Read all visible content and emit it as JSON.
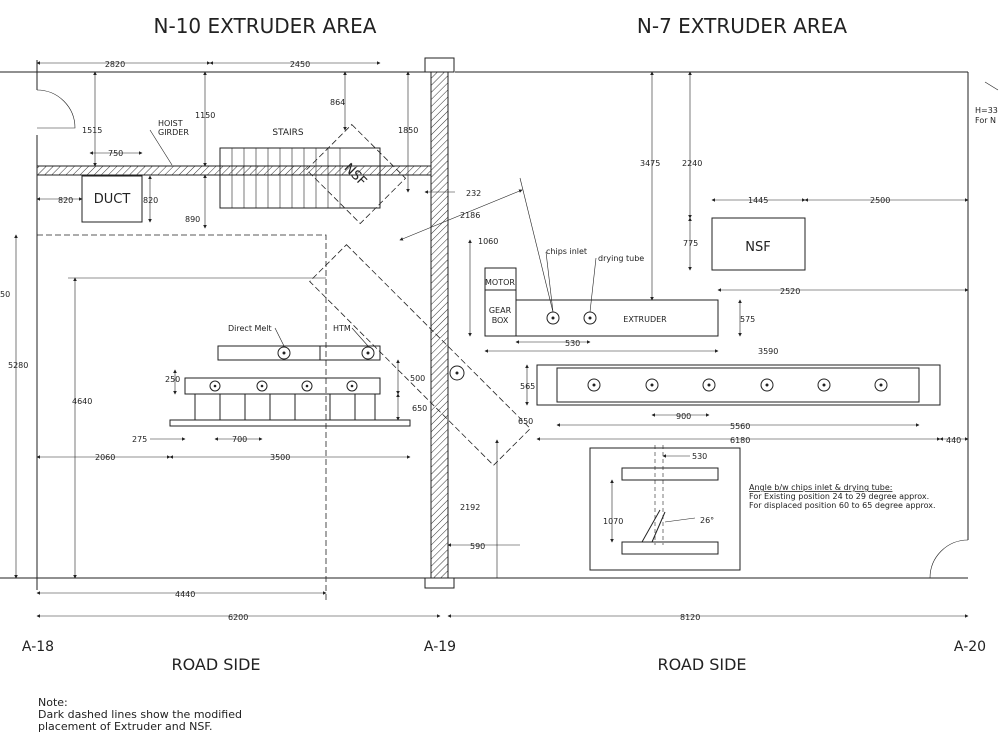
{
  "titles": {
    "left": "N-10 EXTRUDER AREA",
    "right": "N-7 EXTRUDER AREA"
  },
  "equipment": {
    "duct": "DUCT",
    "stairs": "STAIRS",
    "nsf_rotated": "NSF",
    "nsf_box": "NSF",
    "hoist_girder_1": "HOIST",
    "hoist_girder_2": "GIRDER",
    "motor": "MOTOR",
    "gear_box_1": "GEAR",
    "gear_box_2": "BOX",
    "extruder": "EXTRUDER",
    "chips_inlet": "chips inlet",
    "drying_tube": "drying tube",
    "direct_melt": "Direct Melt",
    "htm": "HTM",
    "angle": "26°"
  },
  "dimensions": {
    "d2820": "2820",
    "d2450": "2450",
    "d1515": "1515",
    "d1150": "1150",
    "d864": "864",
    "d1850": "1850",
    "d750": "750",
    "d820a": "820",
    "d820b": "820",
    "d890": "890",
    "d232": "232",
    "d2186": "2186",
    "d50": "50",
    "d5280": "5280",
    "d4640": "4640",
    "d250": "250",
    "d275": "275",
    "d700": "700",
    "d500": "500",
    "d650a": "650",
    "d2060": "2060",
    "d3500": "3500",
    "d4440": "4440",
    "d6200": "6200",
    "d2192": "2192",
    "d590": "590",
    "d3475": "3475",
    "d2240": "2240",
    "d1445": "1445",
    "d2500": "2500",
    "d775": "775",
    "d1060": "1060",
    "d2520": "2520",
    "d575": "575",
    "d530a": "530",
    "d3590": "3590",
    "d565": "565",
    "d650b": "650",
    "d900": "900",
    "d5560": "5560",
    "d6180": "6180",
    "d440": "440",
    "d530b": "530",
    "d1070": "1070",
    "d8120": "8120"
  },
  "grid": {
    "a18": "A-18",
    "a19": "A-19",
    "a20": "A-20"
  },
  "road": {
    "left": "ROAD SIDE",
    "right": "ROAD SIDE"
  },
  "corner": {
    "h": "H=33",
    "for": "For N"
  },
  "angle_note": {
    "heading": "Angle b/w chips inlet & drying tube:",
    "line1": "For Existing position 24 to 29 degree approx.",
    "line2": "For displaced position 60 to 65 degree approx."
  },
  "note": {
    "heading": "Note:",
    "line1": "Dark dashed lines show the modified",
    "line2": "placement of Extruder and NSF."
  }
}
